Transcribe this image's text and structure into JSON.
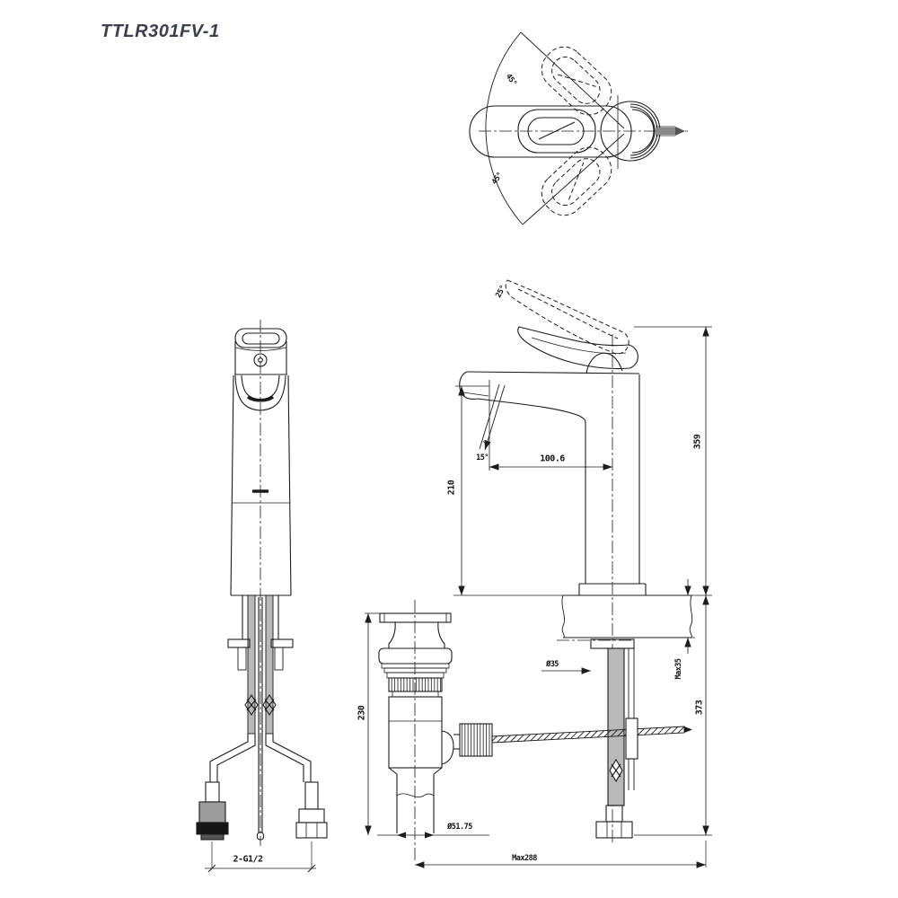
{
  "title": "TTLR301FV-1",
  "colors": {
    "line": "#1c1c1c",
    "title_text": "#3b404c",
    "background": "#ffffff"
  },
  "top_view": {
    "swing_angle_upper": "45°",
    "swing_angle_lower": "45°"
  },
  "side_view": {
    "handle_lift_angle": "25°",
    "stream_angle": "15°",
    "spout_reach": "100.6",
    "spout_height": "210",
    "overall_height": "359",
    "deck_thickness_max": "Max35",
    "mounting_hole_diameter": "Ø35",
    "under_counter_depth": "373"
  },
  "drain_view": {
    "drain_height": "230",
    "tailpiece_diameter": "Ø51.75",
    "hose_reach_max": "Max288"
  },
  "front_view": {
    "supply_connections": "2-G1/2"
  }
}
